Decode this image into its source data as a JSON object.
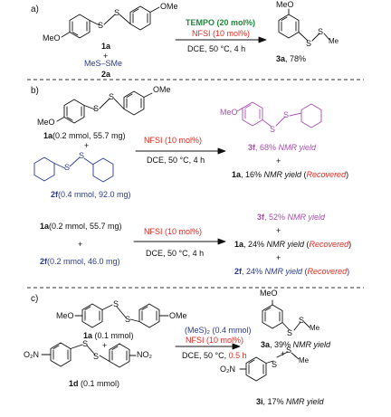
{
  "colors": {
    "green": "#1e8a3a",
    "red": "#e8271e",
    "blue": "#2b3b8f",
    "purple": "#a84fb0",
    "orange": "#e87a1e"
  },
  "panel_a": {
    "label": "a)",
    "ome_right": "OMe",
    "meo_left": "MeO",
    "s1": "S",
    "s2": "S",
    "compound_1a": "1a",
    "plus": "+",
    "mes_sme": "MeS–SMe",
    "compound_2a": "2a",
    "tempo": "TEMPO (20 mol%)",
    "nfsi": "NFSI (10 mol%)",
    "conditions": "DCE, 50 °C, 4 h",
    "product_meo": "MeO",
    "product_s1": "S",
    "product_s2": "S",
    "product_me": "Me",
    "product_label": "3a",
    "product_yield": ", 78%"
  },
  "panel_b": {
    "label": "b)",
    "ome_right": "OMe",
    "meo_left": "MeO",
    "s1": "S",
    "s2": "S",
    "r1_compound": "1a",
    "r1_amount": "(0.2 mmol, 55.7 mg)",
    "plus1": "+",
    "cy_s1": "S",
    "cy_s2": "S",
    "r1_2f_compound": "2f",
    "r1_2f_amount": "(0.4 mmol, 92.0 mg)",
    "nfsi1": "NFSI (10 mol%)",
    "cond1": "DCE, 50 °C, 4 h",
    "p3f_meo": "MeO",
    "p3f_s1": "S",
    "p3f_s2": "S",
    "p3f_label": "3f",
    "p3f_text": ", 68% ",
    "nmr_yield": "NMR yield",
    "plus2": "+",
    "p1a_label": "1a",
    "p1a_text": ", 16% ",
    "recovered_open": " (",
    "recovered": "Recovered",
    "recovered_close": ")",
    "r2_1a": "1a",
    "r2_1a_amount": "(0.2 mmol, 55.7 mg)",
    "plus3": "+",
    "r2_2f": "2f",
    "r2_2f_amount": "(0.2 mmol, 46.0 mg)",
    "nfsi2": "NFSI (10 mol%)",
    "cond2": "DCE, 50 °C, 4 h",
    "q3f_label": "3f",
    "q3f_text": ", 52% ",
    "plus4": "+",
    "q1a_label": "1a",
    "q1a_text": ", 24% ",
    "plus5": "+",
    "q2f_label": "2f",
    "q2f_text": ", 24% "
  },
  "panel_c": {
    "label": "c)",
    "meo": "MeO",
    "ome": "OMe",
    "s1": "S",
    "s2": "S",
    "r1a_label": "1a",
    "r1a_amount": " (0.1 mmol)",
    "plus1": "+",
    "o2n": "O₂N",
    "no2": "NO₂",
    "d_s1": "S",
    "d_s2": "S",
    "r1d_label": "1d",
    "r1d_amount": " (0.1 mmol)",
    "mes2": "(MeS)₂ (0.4 mmol)",
    "nfsi": "NFSI (10 mol%)",
    "cond": "DCE, 50 °C, ",
    "time": "0.5 h",
    "p3a_meo": "MeO",
    "p3a_s1": "S",
    "p3a_s2": "S",
    "p3a_me": "Me",
    "p3a_label": "3a",
    "p3a_text": ", 39% ",
    "plus2": "+",
    "p3i_o2n": "O₂N",
    "p3i_s1": "S",
    "p3i_s2": "S",
    "p3i_me": "Me",
    "p3i_label": "3i",
    "p3i_text": ", 17% ",
    "nmr_yield": "NMR yield"
  }
}
